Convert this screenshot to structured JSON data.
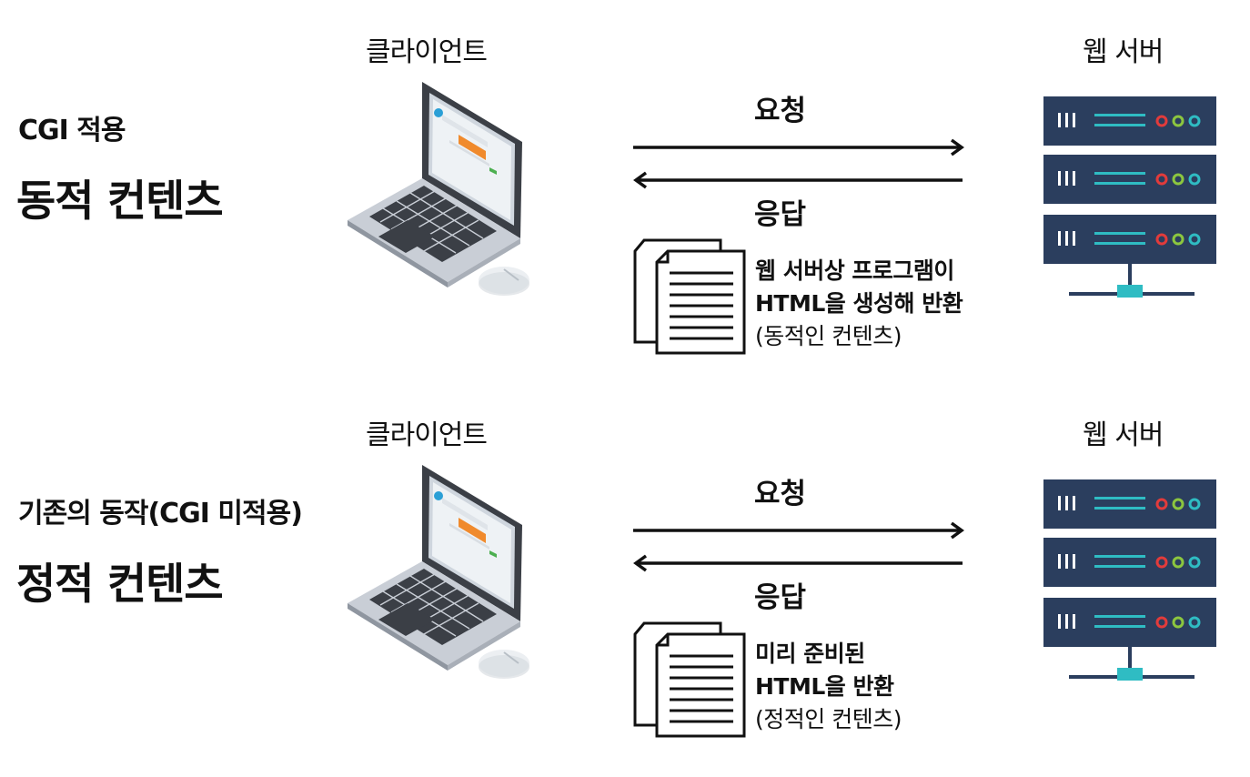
{
  "panels": [
    {
      "subtitle": "CGI 적용",
      "title": "동적 컨텐츠",
      "client_label": "클라이언트",
      "server_label": "웹 서버",
      "request_label": "요청",
      "response_label": "응답",
      "description": [
        "웹 서버상 프로그램이",
        "HTML을 생성해 반환",
        "(동적인 컨텐츠)"
      ]
    },
    {
      "subtitle": "기존의 동작(CGI 미적용)",
      "title": "정적 컨텐츠",
      "client_label": "클라이언트",
      "server_label": "웹 서버",
      "request_label": "요청",
      "response_label": "응답",
      "description": [
        "미리 준비된",
        "HTML을 반환",
        "(정적인 컨텐츠)"
      ]
    }
  ],
  "colors": {
    "server_body": "#2b3e5e",
    "server_teal": "#2fbcc3",
    "led_red": "#e23b3b",
    "led_green": "#8cc63f",
    "led_teal": "#2fbcc3",
    "laptop_dark": "#3b3f46",
    "laptop_body": "#c9ced6",
    "screen_accent": "#f08a2c"
  },
  "icons": [
    "laptop-icon",
    "mouse-icon",
    "server-rack-icon",
    "arrow-right-icon",
    "arrow-left-icon",
    "documents-icon"
  ]
}
